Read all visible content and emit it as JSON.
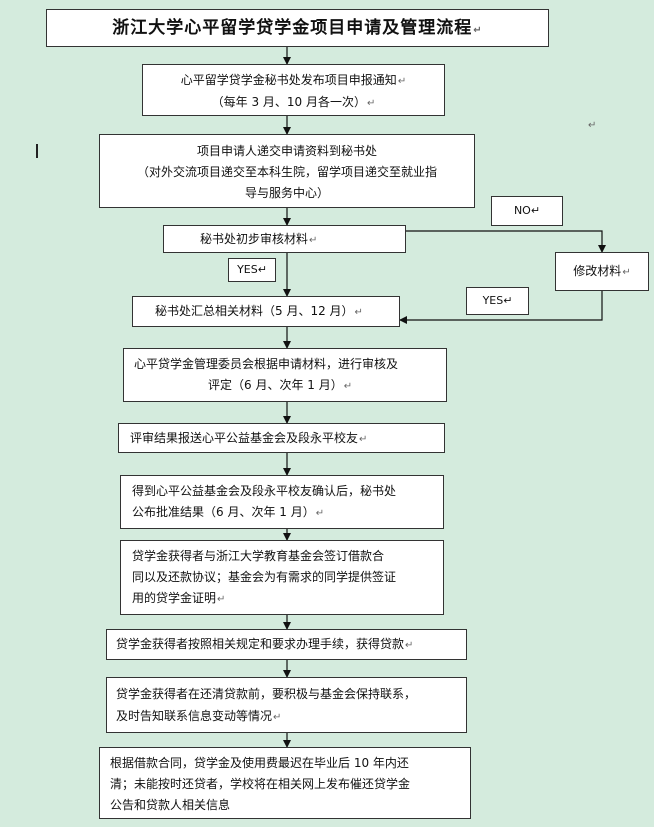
{
  "title": "浙江大学心平留学贷学金项目申请及管理流程",
  "mark": "↵",
  "nodes": {
    "notice": [
      "心平留学贷学金秘书处发布项目申报通知",
      "（每年 3 月、10 月各一次）"
    ],
    "submit": [
      "项目申请人递交申请资料到秘书处",
      "（对外交流项目递交至本科生院，留学项目递交至就业指",
      "导与服务中心）"
    ],
    "review": [
      "秘书处初步审核材料"
    ],
    "modify": [
      "修改材料"
    ],
    "summary": [
      "秘书处汇总相关材料（5 月、12 月）"
    ],
    "committee": [
      "心平贷学金管理委员会根据申请材料，进行审核及",
      "评定（6 月、次年 1 月）"
    ],
    "report": [
      "评审结果报送心平公益基金会及段永平校友"
    ],
    "announce": [
      "得到心平公益基金会及段永平校友确认后，秘书处",
      "公布批准结果（6 月、次年 1 月）"
    ],
    "agreement": [
      "贷学金获得者与浙江大学教育基金会签订借款合",
      "同以及还款协议；基金会为有需求的同学提供签证",
      "用的贷学金证明"
    ],
    "procedure": [
      "贷学金获得者按照相关规定和要求办理手续，获得贷款"
    ],
    "contact": [
      "贷学金获得者在还清贷款前，要积极与基金会保持联系，",
      "及时告知联系信息变动等情况"
    ],
    "repay": [
      "根据借款合同，贷学金及使用费最迟在毕业后 10 年内还",
      "清；未能按时还贷者，学校将在相关网上发布催还贷学金",
      "公告和贷款人相关信息"
    ]
  },
  "labels": {
    "no": "NO",
    "yes_down": "YES",
    "yes_back": "YES"
  }
}
